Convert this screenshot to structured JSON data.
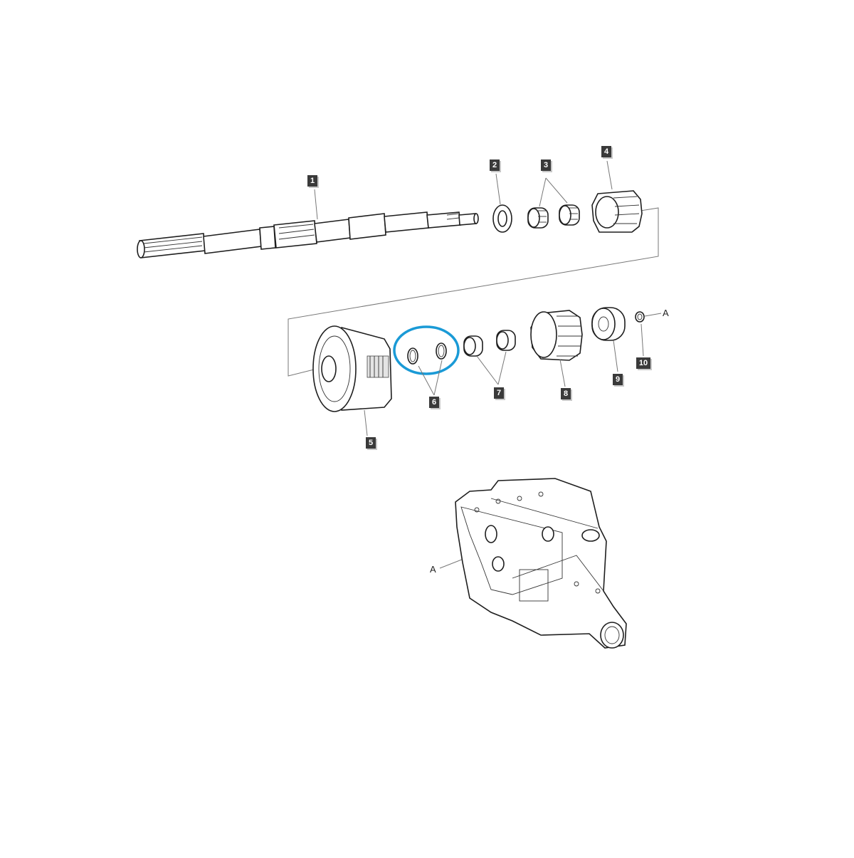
{
  "diagram": {
    "type": "exploded parts diagram",
    "highlight_color": "#1a9ad6",
    "callout_color": "#3a3a3a",
    "highlighted_part": "6",
    "parts": [
      {
        "id": "1",
        "label": "1",
        "name": "splined shaft"
      },
      {
        "id": "2",
        "label": "2",
        "name": "washer"
      },
      {
        "id": "3",
        "label": "3",
        "name": "needle roller bearings (pair)"
      },
      {
        "id": "4",
        "label": "4",
        "name": "spur gear"
      },
      {
        "id": "5",
        "label": "5",
        "name": "clutch pack assembly"
      },
      {
        "id": "6",
        "label": "6",
        "name": "rings (pair, highlighted)"
      },
      {
        "id": "7",
        "label": "7",
        "name": "needle bearings (pair)"
      },
      {
        "id": "8",
        "label": "8",
        "name": "gear"
      },
      {
        "id": "9",
        "label": "9",
        "name": "ball bearing"
      },
      {
        "id": "10",
        "label": "10",
        "name": "small ring"
      }
    ],
    "reference_letters": [
      {
        "id": "A_parts",
        "label": "A"
      },
      {
        "id": "A_housing",
        "label": "A"
      }
    ],
    "housing": {
      "name": "transmission housing"
    }
  }
}
